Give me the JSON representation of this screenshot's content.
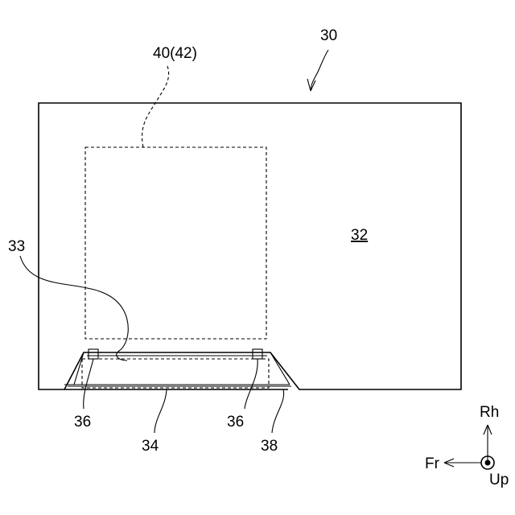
{
  "labels": {
    "assembly": "30",
    "panel": "32",
    "opening": "33",
    "bracket": "34",
    "clip_left": "36",
    "clip_right": "36",
    "seal": "38",
    "module": "40(42)"
  },
  "axes": {
    "rear": "Rh",
    "front": "Fr",
    "up": "Up"
  }
}
